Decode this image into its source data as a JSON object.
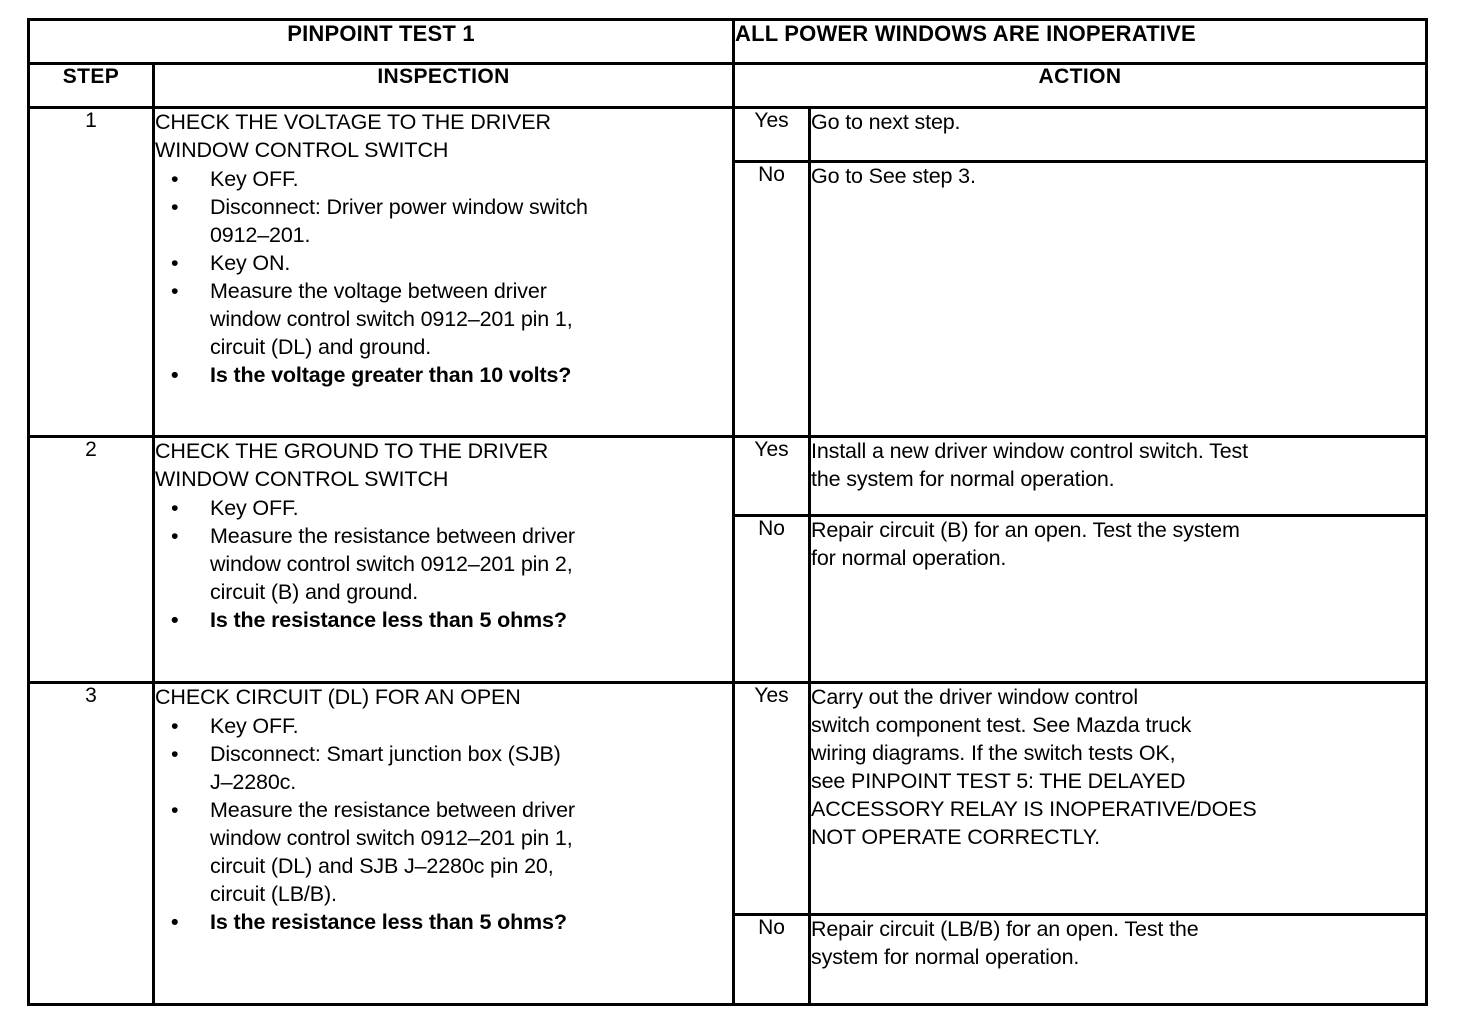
{
  "title": {
    "test_label": "PINPOINT TEST 1",
    "test_name": "ALL POWER WINDOWS ARE INOPERATIVE"
  },
  "columns": {
    "step": "STEP",
    "inspection": "INSPECTION",
    "action": "ACTION"
  },
  "rows": [
    {
      "step": "1",
      "heading": "CHECK THE VOLTAGE TO THE DRIVER\nWINDOW CONTROL SWITCH",
      "bullets": [
        {
          "text": "Key OFF.",
          "bold": false
        },
        {
          "text": "Disconnect: Driver power window switch\n0912–201.",
          "bold": false
        },
        {
          "text": "Key ON.",
          "bold": false
        },
        {
          "text": "Measure the voltage between driver\nwindow control switch 0912–201 pin 1,\ncircuit (DL) and ground.",
          "bold": false
        },
        {
          "text": "Is the voltage greater than 10 volts?",
          "bold": true
        }
      ],
      "actions": [
        {
          "answer": "Yes",
          "text": "Go to next step."
        },
        {
          "answer": "No",
          "text": "Go to See step 3."
        }
      ]
    },
    {
      "step": "2",
      "heading": "CHECK THE GROUND TO THE DRIVER\nWINDOW CONTROL SWITCH",
      "bullets": [
        {
          "text": "Key OFF.",
          "bold": false
        },
        {
          "text": "Measure the resistance between driver\nwindow control switch 0912–201 pin 2,\ncircuit (B) and ground.",
          "bold": false
        },
        {
          "text": "Is the resistance less than 5 ohms?",
          "bold": true
        }
      ],
      "actions": [
        {
          "answer": "Yes",
          "text": "Install a new driver window control switch.  Test\nthe system for normal operation."
        },
        {
          "answer": "No",
          "text": "Repair circuit (B) for an open.  Test the system\nfor normal operation."
        }
      ]
    },
    {
      "step": "3",
      "heading": "CHECK CIRCUIT (DL) FOR AN OPEN",
      "bullets": [
        {
          "text": "Key OFF.",
          "bold": false
        },
        {
          "text": "Disconnect:  Smart junction box (SJB)\nJ–2280c.",
          "bold": false
        },
        {
          "text": "Measure the resistance between driver\nwindow control switch 0912–201 pin 1,\ncircuit (DL) and SJB J–2280c pin 20,\ncircuit (LB/B).",
          "bold": false
        },
        {
          "text": "Is the resistance less than 5 ohms?",
          "bold": true
        }
      ],
      "actions": [
        {
          "answer": "Yes",
          "text": "Carry out the driver window control\nswitch component test.  See Mazda truck\nwiring diagrams.  If the switch tests OK,\nsee  PINPOINT TEST 5:  THE DELAYED\nACCESSORY RELAY IS  INOPERATIVE/DOES\nNOT OPERATE CORRECTLY."
        },
        {
          "answer": "No",
          "text": "Repair circuit (LB/B) for an open.  Test the\nsystem for normal operation."
        }
      ]
    }
  ]
}
